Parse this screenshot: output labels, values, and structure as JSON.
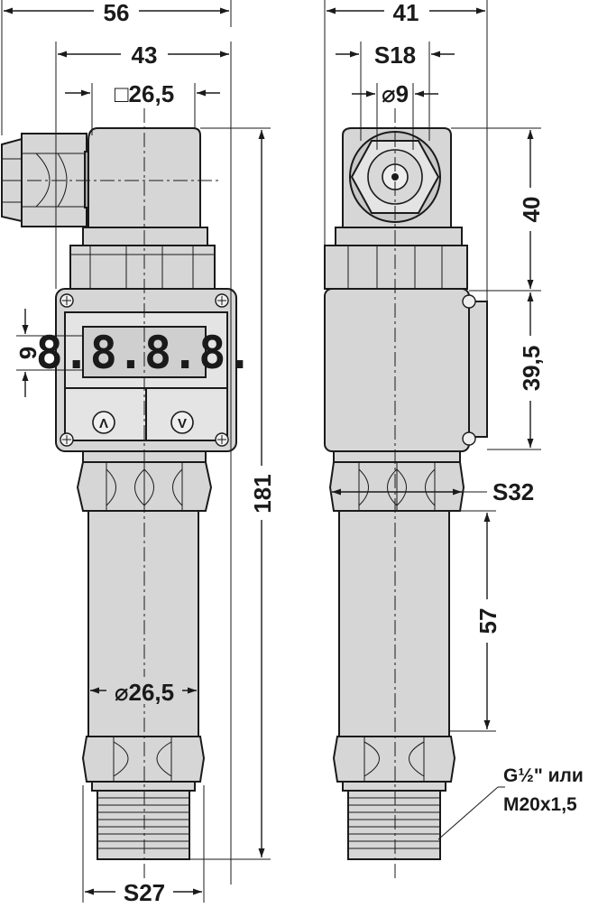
{
  "dimensions": {
    "overall_width_front": "56",
    "housing_width": "43",
    "connector_square": "□26,5",
    "overall_width_side": "41",
    "connector_wrench": "S18",
    "cable_diameter": "⌀9",
    "connector_height": "40",
    "housing_height": "39,5",
    "display_height": "9",
    "total_length": "181",
    "hex_top_wrench": "S32",
    "tube_length": "57",
    "tube_diameter": "⌀26,5",
    "hex_bottom_wrench": "S27"
  },
  "thread_note": {
    "line1": "G½\" или",
    "line2": "M20x1,5"
  },
  "display": {
    "readout": "8.8.8.8.",
    "button_up": "Λ",
    "button_down": "V"
  }
}
